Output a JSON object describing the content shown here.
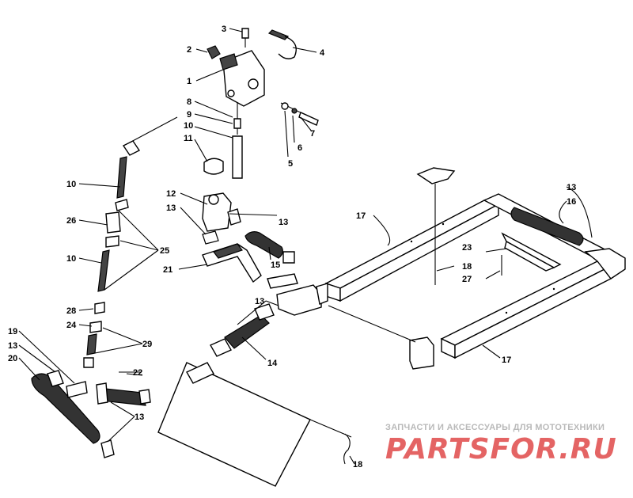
{
  "diagram": {
    "callouts": [
      {
        "id": "c3",
        "text": "3"
      },
      {
        "id": "c4",
        "text": "4"
      },
      {
        "id": "c2",
        "text": "2"
      },
      {
        "id": "c1",
        "text": "1"
      },
      {
        "id": "c8",
        "text": "8"
      },
      {
        "id": "c9a",
        "text": "9"
      },
      {
        "id": "c10a",
        "text": "10"
      },
      {
        "id": "c11",
        "text": "11"
      },
      {
        "id": "c7",
        "text": "7"
      },
      {
        "id": "c6",
        "text": "6"
      },
      {
        "id": "c5",
        "text": "5"
      },
      {
        "id": "c10b",
        "text": "10"
      },
      {
        "id": "c12",
        "text": "12"
      },
      {
        "id": "c13a",
        "text": "13"
      },
      {
        "id": "c13b",
        "text": "13"
      },
      {
        "id": "c26",
        "text": "26"
      },
      {
        "id": "c25",
        "text": "25"
      },
      {
        "id": "c10c",
        "text": "10"
      },
      {
        "id": "c21",
        "text": "21"
      },
      {
        "id": "c15",
        "text": "15"
      },
      {
        "id": "c17a",
        "text": "17"
      },
      {
        "id": "c13c",
        "text": "13"
      },
      {
        "id": "c16",
        "text": "16"
      },
      {
        "id": "c23",
        "text": "23"
      },
      {
        "id": "c18a",
        "text": "18"
      },
      {
        "id": "c27",
        "text": "27"
      },
      {
        "id": "c28",
        "text": "28"
      },
      {
        "id": "c24",
        "text": "24"
      },
      {
        "id": "c29",
        "text": "29"
      },
      {
        "id": "c13d",
        "text": "13"
      },
      {
        "id": "c14",
        "text": "14"
      },
      {
        "id": "c19",
        "text": "19"
      },
      {
        "id": "c13e",
        "text": "13"
      },
      {
        "id": "c20",
        "text": "20"
      },
      {
        "id": "c22",
        "text": "22"
      },
      {
        "id": "c13f",
        "text": "13"
      },
      {
        "id": "c17b",
        "text": "17"
      },
      {
        "id": "c18b",
        "text": "18"
      }
    ]
  },
  "watermark": {
    "subtitle": "ЗАПЧАСТИ И АКСЕССУАРЫ ДЛЯ МОТОТЕХНИКИ",
    "logo": "PARTSFOR.RU"
  }
}
